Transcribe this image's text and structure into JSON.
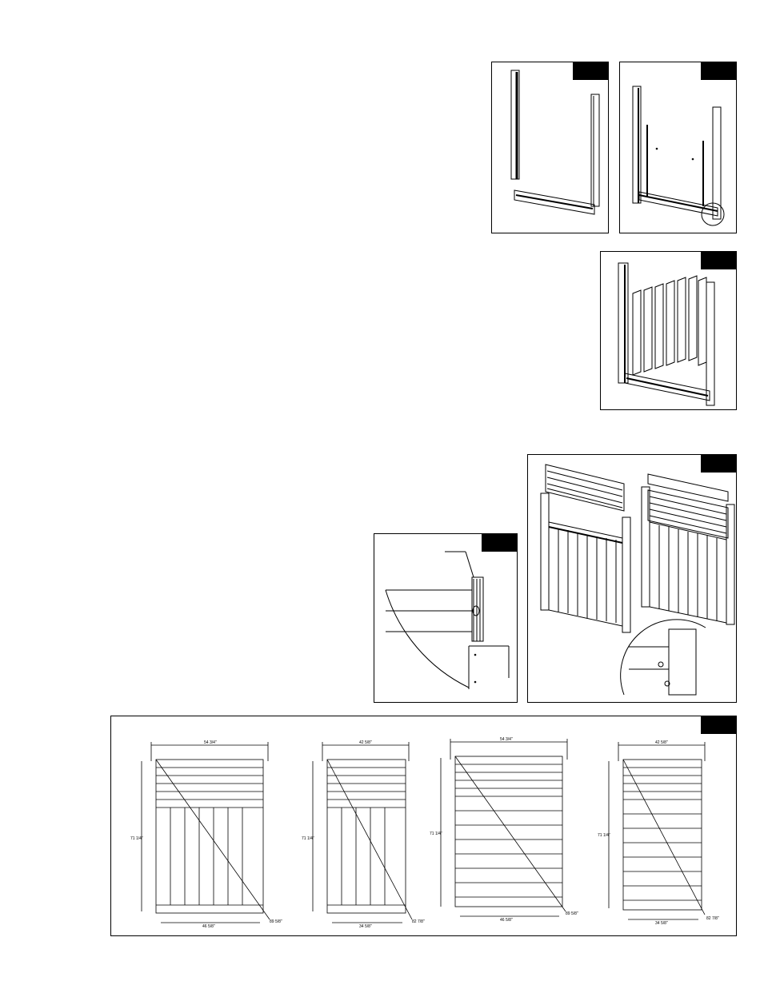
{
  "figures": [
    {
      "id": "fig-post-rail-parts"
    },
    {
      "id": "fig-frame-assembly"
    },
    {
      "id": "fig-picket-insertion"
    },
    {
      "id": "fig-top-rail-detail"
    },
    {
      "id": "fig-lattice-top-install"
    },
    {
      "id": "fig-dimension-drawings"
    }
  ],
  "dimensions": {
    "gate_a": {
      "top_width": "54 3/4\"",
      "bottom_width": "46 5/8\"",
      "height": "71 1/4\"",
      "diagonal": "89 5/8\""
    },
    "gate_b": {
      "top_width": "42 5/8\"",
      "bottom_width": "34 5/8\"",
      "height": "71 1/4\"",
      "diagonal": "82 7/8\""
    },
    "gate_c": {
      "top_width": "54 3/4\"",
      "bottom_width": "46 5/8\"",
      "height": "71 1/4\"",
      "diagonal": "89 5/8\""
    },
    "gate_d": {
      "top_width": "42 5/8\"",
      "bottom_width": "34 5/8\"",
      "height": "71 1/4\"",
      "diagonal": "82 7/8\""
    }
  }
}
